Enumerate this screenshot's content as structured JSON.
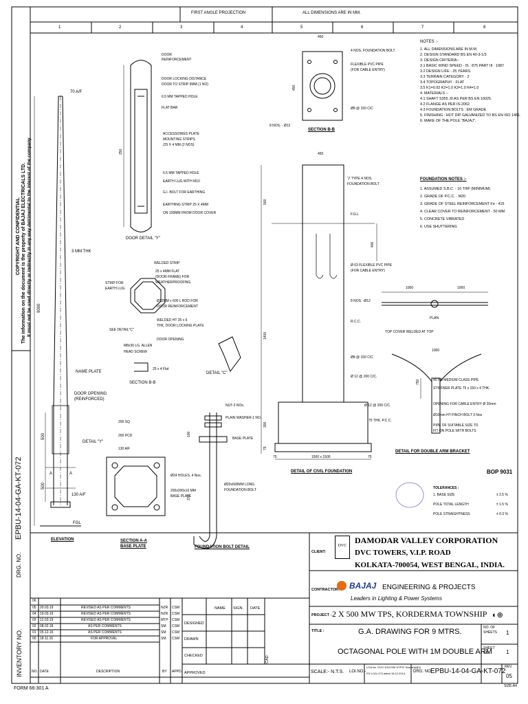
{
  "header": {
    "projection": "FIRST ANGLE PROJECTION",
    "dimensions": "ALL DIMENSIONS ARE IN MM.",
    "columns": [
      "1",
      "2",
      "3",
      "4",
      "5",
      "6",
      "7",
      "8"
    ]
  },
  "copyright": {
    "line1": "COPYRIGHT AND CONFIDENTIAL",
    "line2": "The information on the document is the property of BAJAJ ELECTRICALS LTD.",
    "line3": "It must not be used directly or indirectly in any way detrimental to the interest of the company"
  },
  "side_labels": {
    "drawing_no": "EPBU-14-04-GA-KT-072",
    "drg_no": "DRG. NO.",
    "inventory_no": "INVENTORY NO."
  },
  "elevation": {
    "top_af": "70 A/F",
    "thk": "3 MM THK",
    "height": "9000",
    "name_plate": "NAME PLATE",
    "door_opening": "DOOR OPENING",
    "reinforced": "(REINFORCED)",
    "detail_y": "DETAIL \"Y\"",
    "d500": "500",
    "d500b": "500",
    "bottom_af": "130 A/F",
    "fgl": "FGL",
    "label": "ELEVATION",
    "a": "A"
  },
  "door_detail": {
    "door_reinf": "DOOR",
    "door_reinf2": "REINFORCEMENT",
    "locking1": "DOOR LOCKING DISTANCE",
    "locking2": "DOOR TO STRIP 5MM (1 NO)",
    "tapped": "6.5 MM TAPPED HOLE",
    "flat_bar": "FLAT BAR",
    "acc1": "ACCESSORIES PLATE",
    "acc2": "MOUNTING STRIPS",
    "acc3": "(25 X 4 MM (2 NOS)",
    "dim250": "250",
    "tap2": "6.5 MM TAPPED HOLE",
    "earth1": "EARTH LUG WITH M10",
    "earth2": "G.I. BOLT FOR EARTHING",
    "earth3": "EARTHING STRIP 25 X 4MM",
    "earth4": "ON 100MM FROM DOOR COVER",
    "label": "DOOR DETAIL \"Y\""
  },
  "section_bb_left": {
    "welded": "WELDED STRIP",
    "w2": "25 x 4MM FLAT",
    "w3": "(DOOR FRAME) FOR",
    "w4": "WEATHERPROOFING",
    "strip1": "STRIP FOR",
    "strip2": "EARTH LUG",
    "rod1": "Ø12MM x 600 L ROD FOR",
    "rod2": "DOOR REINFORCEMENT",
    "ht1": "WELDED HT 25 x 6",
    "ht2": "THK. DOOR LOCKING PLATE",
    "see_c": "SEE DETAIL\"C\"",
    "door_op": "DOOR OPENING",
    "allen1": "M8x30 LG. ALLEN",
    "allen2": "HEAD SCREW",
    "flat": "25 x 4 Flat",
    "label": "SECTION B-B",
    "detail_c": "DETAIL \"C\""
  },
  "section_aa": {
    "d200sq": "200 SQ",
    "d200pcd": "200 PCD",
    "d130": "130 A/F",
    "holes": "Ø24 HOLES, 4 Nos.",
    "bp1": "200x200x16 MM",
    "bp2": "BASE PLATE",
    "label1": "SECTION A-A",
    "label2": "BASE PLATE"
  },
  "foundation_bolt": {
    "nut": "NUT-3 NOs.",
    "washer": "PLAIN WASHER-1 NO.",
    "bp": "BASE PLATE",
    "d100": "100",
    "d370": "370",
    "fb1": "Ø20x600MM LONG",
    "fb2": "FOUNDATION BOLT",
    "label": "FOUNDATION BOLT DETAIL"
  },
  "section_bb_found": {
    "d450": "450",
    "d450v": "450",
    "bolt": "4 NOS. FOUNDATION BOLT",
    "pvc1": "FLEXIBLE PVC PIPE",
    "pvc2": "(FOR CABLE ENTRY)",
    "ring": "Ø8 @ 150 C/C",
    "nos": "8 NOS. - Ø12",
    "label": "SECTION B-B"
  },
  "civil_foundation": {
    "d450": "450",
    "jtype1": "'J' TYPE 4 NOS.",
    "jtype2": "FOUNDATION BOLT",
    "d500": "500",
    "fgl": "F.G.L",
    "d400": "400",
    "pvc1": "Ø 63 FLEXIBLE PVC PIPE",
    "pvc2": "(FOR CABLE ENTRY)",
    "nos": "8 NOS. -Ø12",
    "rcc": "R.C.C.",
    "ring": "Ø8 @ 150 C/C",
    "ring2": "Ø 12 @ 200 C/C.",
    "ring3": "Ø 12 @ 200 C/C.",
    "d1400": "1400",
    "pcc": "75 THK. P.C.C.",
    "d300": "300",
    "d75": "75",
    "d1500": "1500 x 1500",
    "d75b": "75",
    "d75c": "75",
    "label": "DETAIL OF CIVIL FOUNDATION"
  },
  "bracket": {
    "d1000a": "1000",
    "d1000b": "1000",
    "plan": "PLAN",
    "topcover": "TOP COVER WELDED AT TOP",
    "d1000c": "1000",
    "d750": "750",
    "pipe": "40 NB MEDIUM CLASS PIPE",
    "stiff": "STIFFNER PLATE 75 x 150 x 4 THK.",
    "open": "OPENING FOR CABLE ENTRY Ø 20mm",
    "ht": "Ø10mm HT PINCH BOLT 3 Nos",
    "pipe2": "PIPE OF SUITABLE SIZE TO",
    "pipe3": "FIT ON POLE WITH BOLTS",
    "label": "DETAIL FOR DOUBLE ARM BRACKET"
  },
  "notes": {
    "title": "NOTES :-",
    "lines": [
      "1.   ALL DIMENSIONS ARE IN M.M.",
      "2.   DESIGN STANDARD BS EN 40-3-1/3",
      "3.   DESIGN CRITERIA:-",
      "        3.1 BASIC WIND SPEED - IS : 875 PART III : 1987",
      "        3.2 DESIGN LIFE - 25 YEARS.",
      "        3.3 TERRAIN CATEGORY - 2",
      "        3.4 TOPOGRAPHY - FLAT",
      "        3.5 K1=0.92  K2=1.0  K3=1.0  K4=1.0",
      "4.   MATERIALS :-",
      "        4.1 SHAFT S355 J0 AS PER BS EN 10025.",
      "        4.2 FLANGE AS PER IS-2062.",
      "        4.3 FOUNDATION BOLTS : EM GRADE",
      "5.   FINISHING : HOT DIP GALVANIZED TO BS EN ISO 1461.",
      "6.   MAKE OF THE POLE \"BAJAJ\"."
    ],
    "f_title": "FOUNDATION NOTES :-",
    "f_lines": [
      "1.   ASSUMED S.B.C. - 10 T/M² (MINIMUM)",
      "2.   GRADE OF P.C.C. - M20",
      "3.   GRADE OF STEEL REINFORCEMENT Fe - 415",
      "4.   CLEAR COVER TO REINFORCEMENT - 50 MM",
      "5.   CONCRETE VIBRATED",
      "6.   USE SHUTTERING"
    ]
  },
  "bop": "BOP 9031",
  "tolerances": {
    "title": "TOLERANCES :",
    "rows": [
      {
        "k": "1. BASE SIZE",
        "v": "± 2.5 %"
      },
      {
        "k": "POLE TOTAL LENGTH",
        "v": "± 1.5 %"
      },
      {
        "k": "POLE STRAIGHTNESS",
        "v": "± 0.3 %"
      }
    ]
  },
  "title_block": {
    "client_label": "CLIENT:",
    "client1": "DAMODAR VALLEY CORPORATION",
    "client2": "DVC TOWERS, V.I.P. ROAD",
    "client3": "KOLKATA-700054, WEST BENGAL, INDIA.",
    "dvc_logo": "DVC",
    "contractor_label": "CONTRACTOR:",
    "contractor": "ENGINEERING & PROJECTS",
    "bajaj": "BAJAJ",
    "tagline": "Leaders in Lighting & Power Systems",
    "project_label": "PROJECT :",
    "project": "2 X 500 MW TPS,  KORDERMA TOWNSHIP",
    "title_label": "TITLE :",
    "title1": "G.A. DRAWING FOR 9 MTRS.",
    "title2": "OCTAGONAL POLE WITH 1M DOUBLE ARM",
    "no_sheets_label": "NO. OF SHEETS",
    "no_sheets": "1",
    "sheet_no_label": "SHEET NO.",
    "sheet_no": "1",
    "scale": "SCALE:- N.T.S.",
    "loi_label": "LOI.NO.-",
    "loi1": "LOA No. DVC/ EDCON/ KTPS/ Township(E)/",
    "loi2": "F0/ LOA/ 473 dated 16.12.2014.",
    "drg_label": "DRG. NO.",
    "drg_no": "EPBU-14-04-GA-KT-072",
    "rev_label": "REV.",
    "rev": "05",
    "size": "SIZE-A4",
    "name": "NAME",
    "sign": "SIGN.",
    "date": "DATE",
    "designed": "DESIGNED",
    "drawn": "DRAWN",
    "checked": "CHECKED",
    "approved": "APPROVED",
    "cad": "CAD"
  },
  "revisions": {
    "headers": [
      "NO.",
      "DATE",
      "DESCRIPTION",
      "BY",
      "APPD."
    ],
    "rows": [
      [
        "06",
        "",
        "",
        "",
        ""
      ],
      [
        "05",
        "20.03.19",
        "REVISED AS PER COMMENTS",
        "NZR",
        "CSM"
      ],
      [
        "04",
        "19.03.19",
        "REVISED AS PER COMMENTS",
        "NZR",
        "CSM"
      ],
      [
        "03",
        "12.03.19",
        "REVISED AS PER COMMENTS",
        "MTP",
        "CSM"
      ],
      [
        "02",
        "08.02.18",
        "AS PER COMMENTS",
        "SM",
        "CSM"
      ],
      [
        "01",
        "05.12.16",
        "AS PER COMMENTS",
        "SM",
        "CSM"
      ],
      [
        "00",
        "18.11.16",
        "FOR APPROVAL",
        "SM",
        "CSM"
      ]
    ]
  },
  "form": "FORM 66-301 A"
}
